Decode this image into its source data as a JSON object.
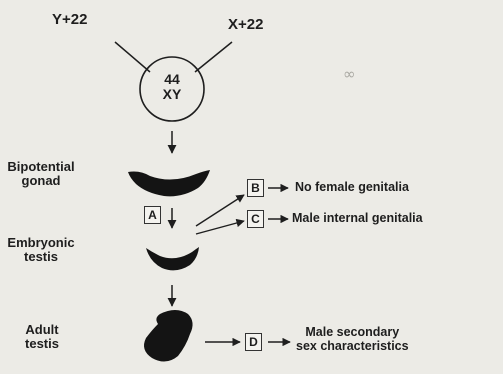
{
  "parents": {
    "left": "Y+22",
    "right": "X+22"
  },
  "zygote": {
    "line1": "44",
    "line2": "XY"
  },
  "stages": {
    "bipotential": [
      "Bipotential",
      "gonad"
    ],
    "embryonic": [
      "Embryonic",
      "testis"
    ],
    "adult": [
      "Adult",
      "testis"
    ]
  },
  "boxes": {
    "a": "A",
    "b": "B",
    "c": "C",
    "d": "D"
  },
  "outcomes": {
    "b": "No female genitalia",
    "c": "Male internal genitalia",
    "d": [
      "Male secondary",
      "sex characteristics"
    ]
  },
  "faint_mark": "∞",
  "colors": {
    "ink": "#1e1e1e",
    "paper": "#ecebe6",
    "gonad": "#141414"
  }
}
